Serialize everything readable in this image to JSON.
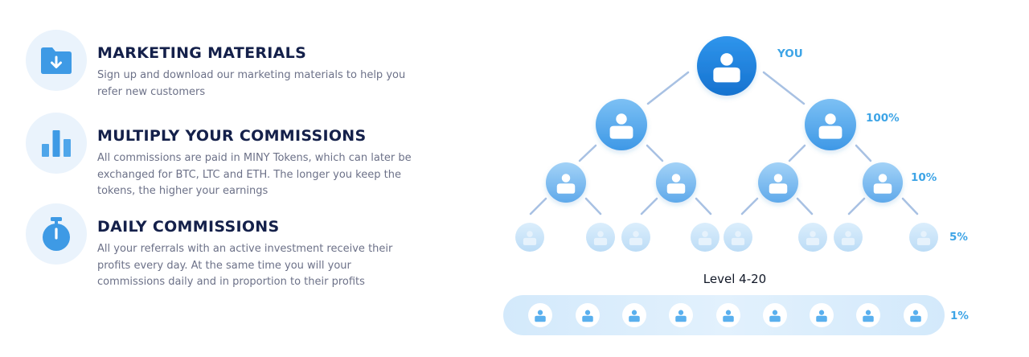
{
  "features": [
    {
      "icon": "folder-download-icon",
      "title": "MARKETING MATERIALS",
      "description": "Sign up and download our marketing materials to help you refer new customers"
    },
    {
      "icon": "bar-chart-icon",
      "title": "MULTIPLY YOUR COMMISSIONS",
      "description": "All commissions are paid in MINY Tokens, which can later be exchanged for BTC, LTC and ETH. The longer you keep the tokens, the higher your earnings"
    },
    {
      "icon": "stopwatch-icon",
      "title": "DAILY COMMISSIONS",
      "description": "All your referrals with an active investment receive their profits every day. At the same time you will your commissions daily and in proportion to their profits"
    }
  ],
  "tree": {
    "root_label": "YOU",
    "levels": [
      "100%",
      "10%",
      "5%",
      "1%"
    ],
    "deep_level_label": "Level 4-20",
    "node_icon": "person-icon",
    "colors": {
      "root": "#1e86e0",
      "level1": "#53a9ee",
      "level2": "#7fbfef",
      "level3": "#c7e2f8",
      "level4": "#ffffff",
      "bar": "#d2e8fa",
      "line": "#a8c1e3",
      "label": "#3da4e6",
      "icon_fill": "#e6f2fc"
    }
  }
}
